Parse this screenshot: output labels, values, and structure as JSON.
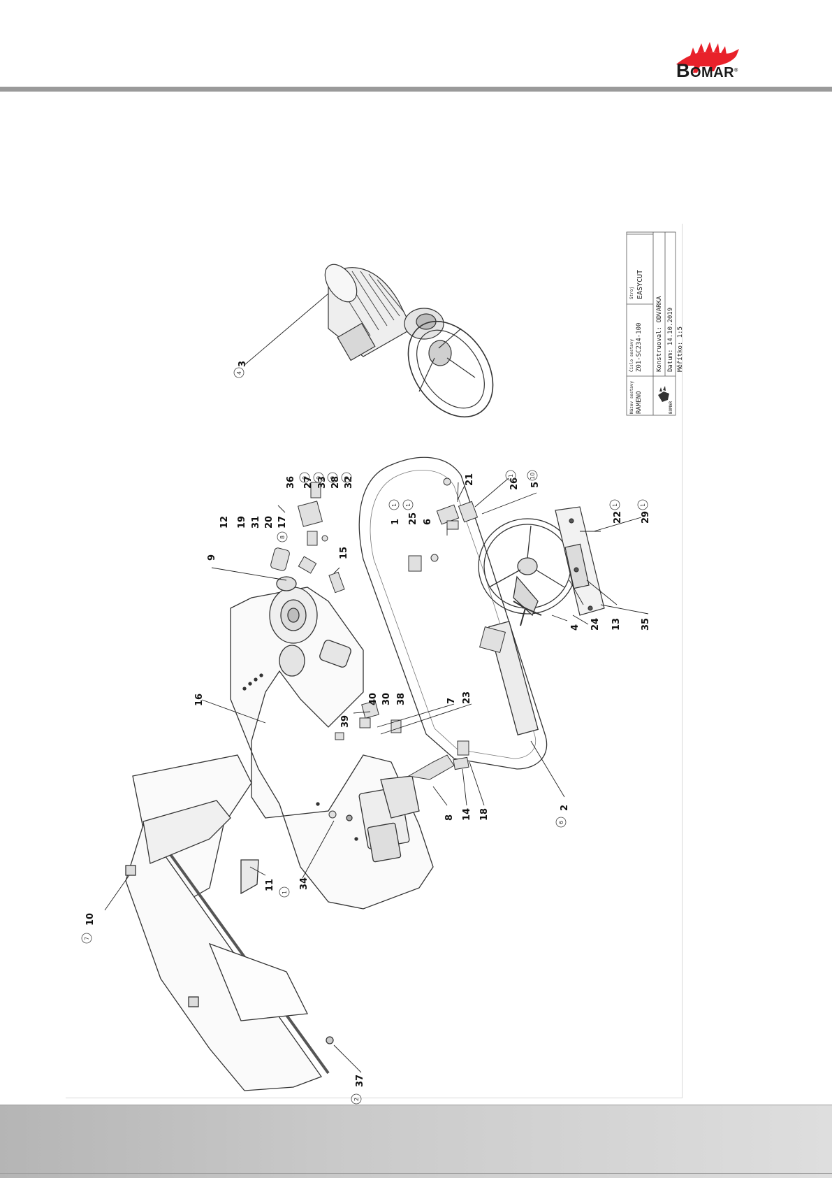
{
  "header": {
    "brand_initial": "B",
    "brand_rest": "OMAR",
    "brand_mark": "®",
    "logo_icon": "red-stegosaurus-icon",
    "accent_color": "#e8212a"
  },
  "parts": [
    "3",
    "12",
    "19",
    "31",
    "20",
    "17",
    "36",
    "27",
    "33",
    "28",
    "32",
    "9",
    "15",
    "1",
    "25",
    "6",
    "21",
    "26",
    "5",
    "16",
    "40",
    "30",
    "38",
    "39",
    "7",
    "23",
    "22",
    "29",
    "4",
    "24",
    "13",
    "35",
    "2",
    "8",
    "14",
    "18",
    "11",
    "34",
    "10",
    "37"
  ],
  "quantities": [
    "4",
    "9",
    "9",
    "9",
    "9",
    "8",
    "1",
    "1",
    "1",
    "10",
    "1",
    "1",
    "6",
    "7",
    "2"
  ],
  "title_block": {
    "vertical_text": [
      "Název sestavy",
      "RAMENO",
      "Číslo sestavy",
      "Z01-SC234-100",
      "Stroj",
      "EASYCUT",
      "Konstruoval: ODVARKA",
      "Datum:   14.10.2019",
      "Měřítko:   1:5"
    ],
    "logo_text": "BOMAR"
  }
}
